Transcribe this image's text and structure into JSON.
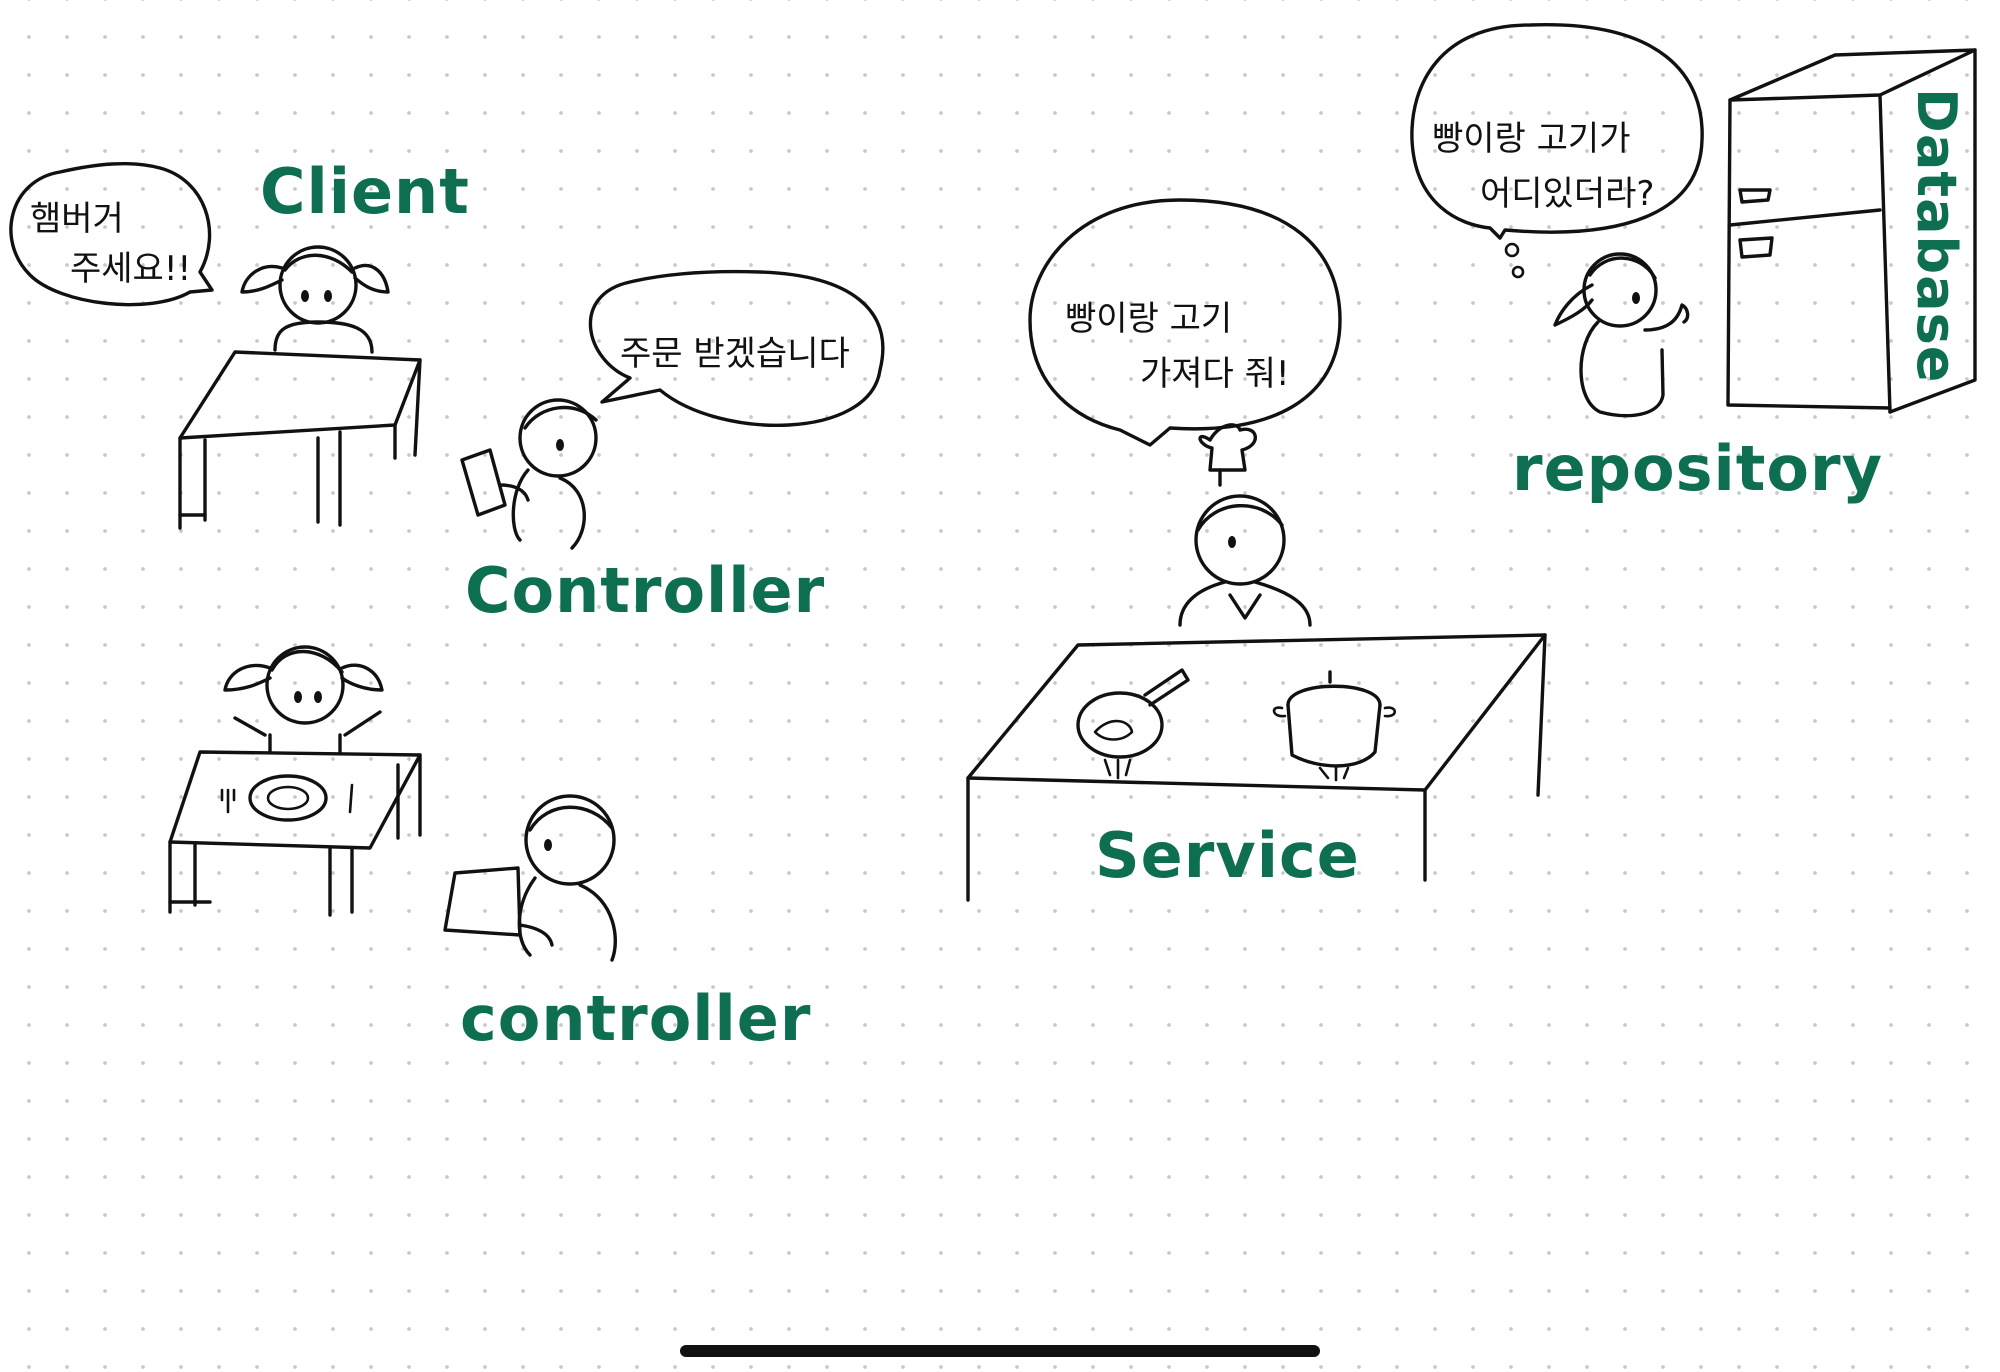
{
  "colors": {
    "label": "#0d6e52",
    "ink": "#111111",
    "indicator": "#111111"
  },
  "labels": {
    "client": "Client",
    "controller_top": "Controller",
    "controller_bottom": "controller",
    "service": "Service",
    "repository": "repository",
    "database": "Database"
  },
  "speech": {
    "client": [
      "햄버거",
      "주세요!!"
    ],
    "controller": "주문 받겠습니다",
    "service": [
      "빵이랑 고기",
      "가져다 줘!"
    ],
    "repository": [
      "빵이랑 고기가",
      "어디있더라?"
    ]
  }
}
